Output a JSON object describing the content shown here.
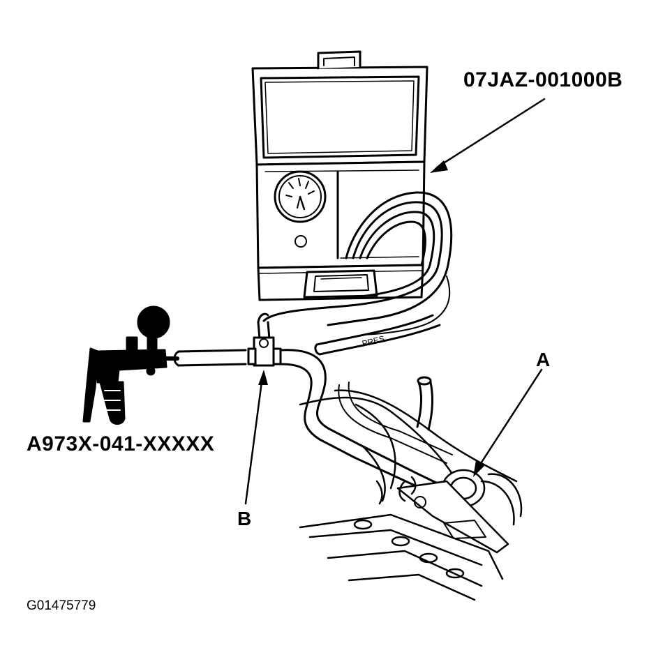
{
  "labels": {
    "tester_part_number": "07JAZ-001000B",
    "pump_part_number": "A973X-041-XXXXX",
    "callout_a": "A",
    "callout_b": "B",
    "hose_marking": "PRES",
    "figure_id": "G01475779"
  }
}
